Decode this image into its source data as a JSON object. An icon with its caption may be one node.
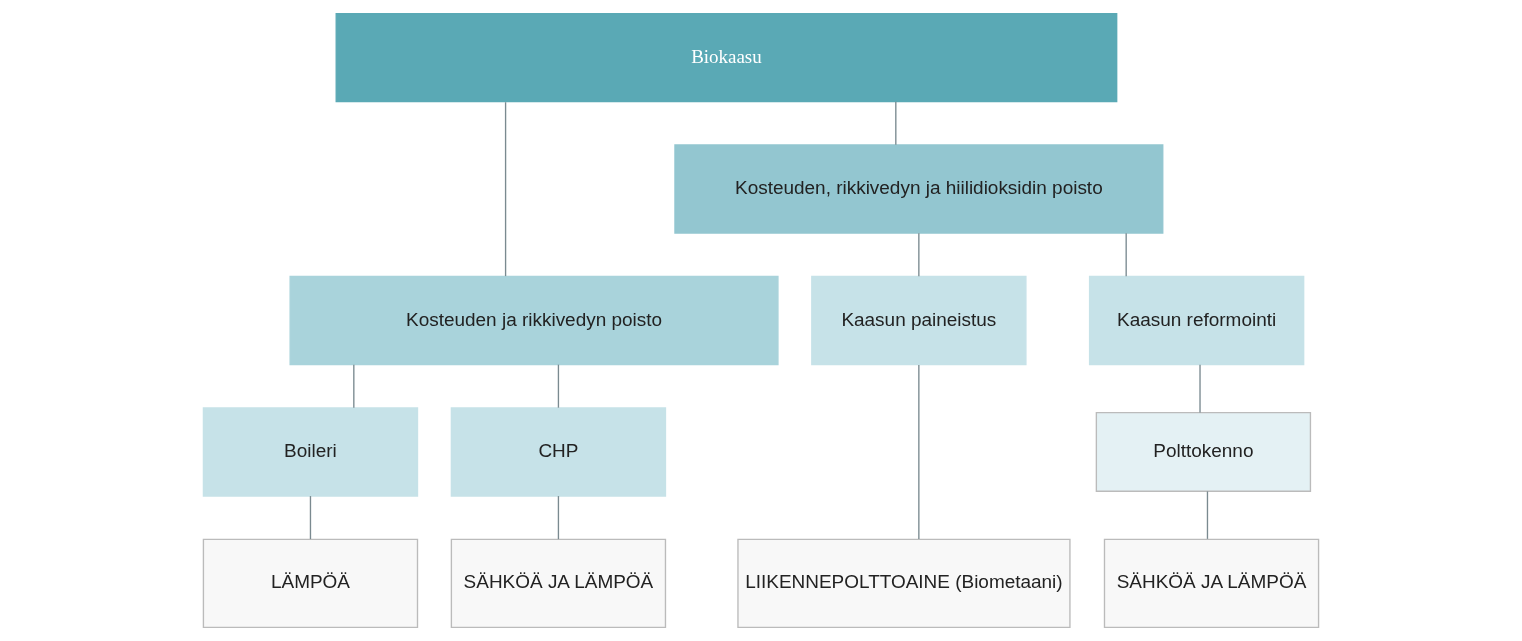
{
  "diagram": {
    "nodes": [
      {
        "text": [
          "Biokaasu"
        ]
      },
      {
        "text": [
          "Kosteuden ja rikkivedyn poisto"
        ]
      },
      {
        "text": [
          "Kosteuden, rikkivedyn ja hiilidioksidin poisto"
        ]
      },
      {
        "text": [
          "Boileri"
        ]
      },
      {
        "text": [
          "CHP"
        ]
      },
      {
        "text": [
          "Kaasun paineistus"
        ]
      },
      {
        "text": [
          "Kaasun reformointi"
        ]
      },
      {
        "text": [
          "Polttokenno"
        ]
      },
      {
        "text": [
          "LÄMPÖÄ"
        ]
      },
      {
        "text": [
          "SÄHKÖÄ JA LÄMPÖÄ"
        ]
      },
      {
        "text": [
          "LIIKENNEPOLTTOAINE (Biometaani)"
        ]
      },
      {
        "text": [
          "SÄHKÖÄ JA LÄMPÖÄ"
        ]
      }
    ],
    "edges": [
      {
        "from": 0,
        "to": 1,
        "arrow": "none"
      },
      {
        "from": 0,
        "to": 2,
        "arrow": "none"
      },
      {
        "from": 1,
        "to": 3,
        "arrow": "none"
      },
      {
        "from": 1,
        "to": 4,
        "arrow": "none"
      },
      {
        "from": 2,
        "to": 5,
        "arrow": "none"
      },
      {
        "from": 2,
        "to": 6,
        "arrow": "none"
      },
      {
        "from": 3,
        "to": 8,
        "arrow": "none"
      },
      {
        "from": 4,
        "to": 9,
        "arrow": "none"
      },
      {
        "from": 5,
        "to": 10,
        "arrow": "none"
      },
      {
        "from": 6,
        "to": 7,
        "arrow": "none"
      },
      {
        "from": 7,
        "to": 11,
        "arrow": "none"
      }
    ]
  }
}
